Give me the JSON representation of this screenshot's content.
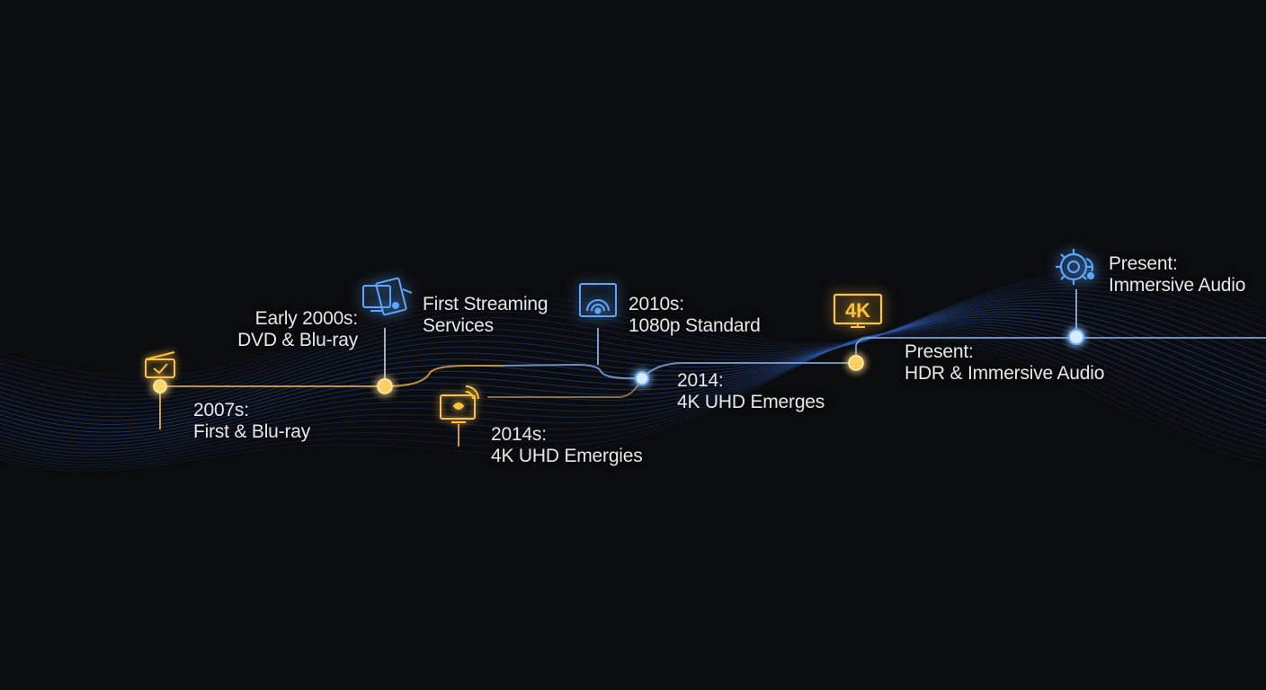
{
  "colors": {
    "background": "#0b0c0f",
    "amber": "#ffc23a",
    "blue": "#5aa6ff",
    "wave": "#2f5fb8",
    "text": "#e6e8ee"
  },
  "milestones": [
    {
      "id": "dvd",
      "line1": "Early 2000s:",
      "line2": "DVD & Blu-ray",
      "icon": "monitor-disc-icon",
      "accent": "blue"
    },
    {
      "id": "streaming",
      "line1": "First Streaming",
      "line2": "Services",
      "icon": "wifi-screen-icon",
      "accent": "blue"
    },
    {
      "id": "hd",
      "line1": "2010s:",
      "line2": "1080p Standard",
      "icon": "broadcast-icon",
      "accent": "blue"
    },
    {
      "id": "uhd-2014",
      "line1": "2014:",
      "line2": "4K UHD Emerges",
      "icon": "",
      "accent": "blue"
    },
    {
      "id": "hdr",
      "line1": "Present:",
      "line2": "HDR & Immersive Audio",
      "icon": "4k-icon",
      "accent": "amber"
    },
    {
      "id": "audio",
      "line1": "Present:",
      "line2": "Immersive Audio",
      "icon": "gear-audio-icon",
      "accent": "blue"
    },
    {
      "id": "first-2007",
      "line1": "2007s:",
      "line2": "First & Blu-ray",
      "icon": "film-check-icon",
      "accent": "amber"
    },
    {
      "id": "uhd-2014s",
      "line1": "2014s:",
      "line2": "4K UHD Emergies",
      "icon": "tv-signal-icon",
      "accent": "amber"
    }
  ],
  "icons": {
    "four_k_text": "4K"
  }
}
